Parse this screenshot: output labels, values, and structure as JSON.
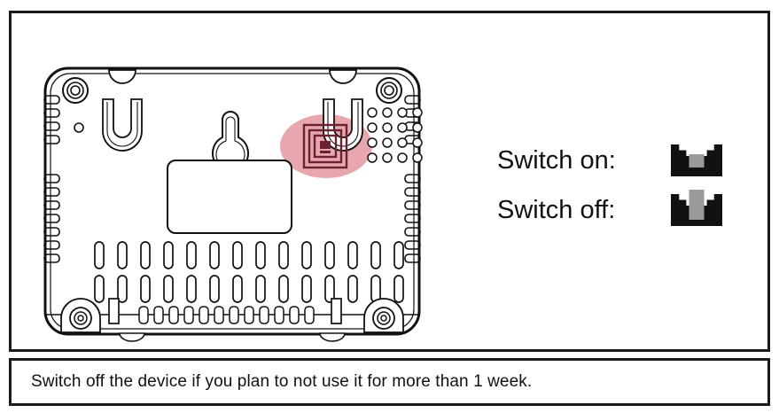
{
  "document": {
    "type": "device-rear-panel-instruction"
  },
  "legend": {
    "rows": [
      {
        "label": "Switch on:",
        "icon": "rocker-switch-on-icon",
        "state": "on"
      },
      {
        "label": "Switch off:",
        "icon": "rocker-switch-off-icon",
        "state": "off"
      }
    ]
  },
  "note": {
    "text": "Switch off the device if you plan to not use it for more than 1 week."
  },
  "device": {
    "name": "device-rear-view",
    "highlight": {
      "name": "power-switch-highlight",
      "color": "#e8a7ae",
      "shape": "ellipse"
    },
    "switch_icon": {
      "name": "power-switch-icon",
      "color": "#6b2230",
      "shape": "nested-squares"
    },
    "features": [
      "screw-hole-top-left",
      "screw-hole-top-right",
      "keyhole-mount-left",
      "keyhole-mount-right",
      "hanging-hole-center",
      "label-panel",
      "vent-slots",
      "vent-tabs-left",
      "vent-tabs-right",
      "dot-grid",
      "foot-bottom-left",
      "foot-bottom-right"
    ]
  },
  "colors": {
    "frame": "#1a1a1a",
    "outline": "#111111",
    "highlight_pink": "#e8a7ae",
    "switch_maroon": "#6b2230",
    "switch_gray": "#9a9a9a",
    "text": "#111111"
  }
}
